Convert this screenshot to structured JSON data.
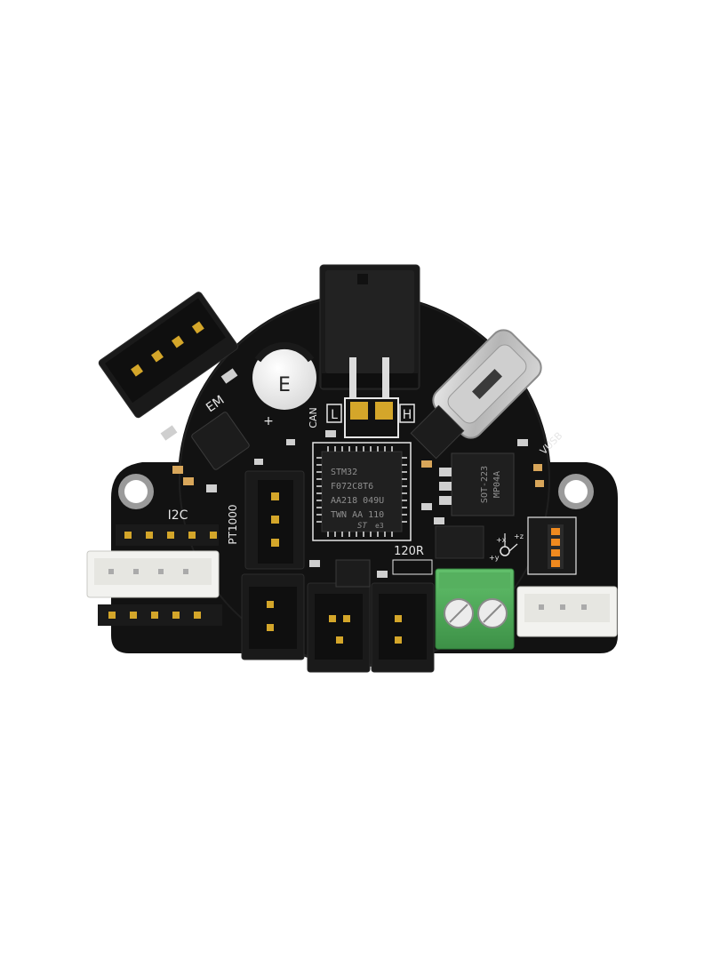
{
  "board": {
    "labels": {
      "i2c": "I2C",
      "pt1000": "PT1000",
      "r120": "120R",
      "can": "CAN",
      "can_l": "L",
      "can_h": "H",
      "vusb": "VUSB",
      "em": "EM",
      "plus": "+",
      "cap_mark": "E",
      "ldo_line1": "SOT-223",
      "ldo_line2": "MP04A"
    },
    "mcu": {
      "line1": "STM32",
      "line2": "F072C8T6",
      "line3": "AA218 049U",
      "line4": "TWN AA 110",
      "logo": "ST",
      "mark": "e3"
    },
    "axes": {
      "x": "+x",
      "y": "+y",
      "z": "+z"
    },
    "colors": {
      "pcb": "#121212",
      "connector": "#1a1a1a",
      "terminal": "#4fae5a",
      "jst_white": "#f2f2ef",
      "gold": "#d4a62a",
      "silk": "#e6e6e6",
      "dip_switch": "#f08a1f"
    }
  }
}
